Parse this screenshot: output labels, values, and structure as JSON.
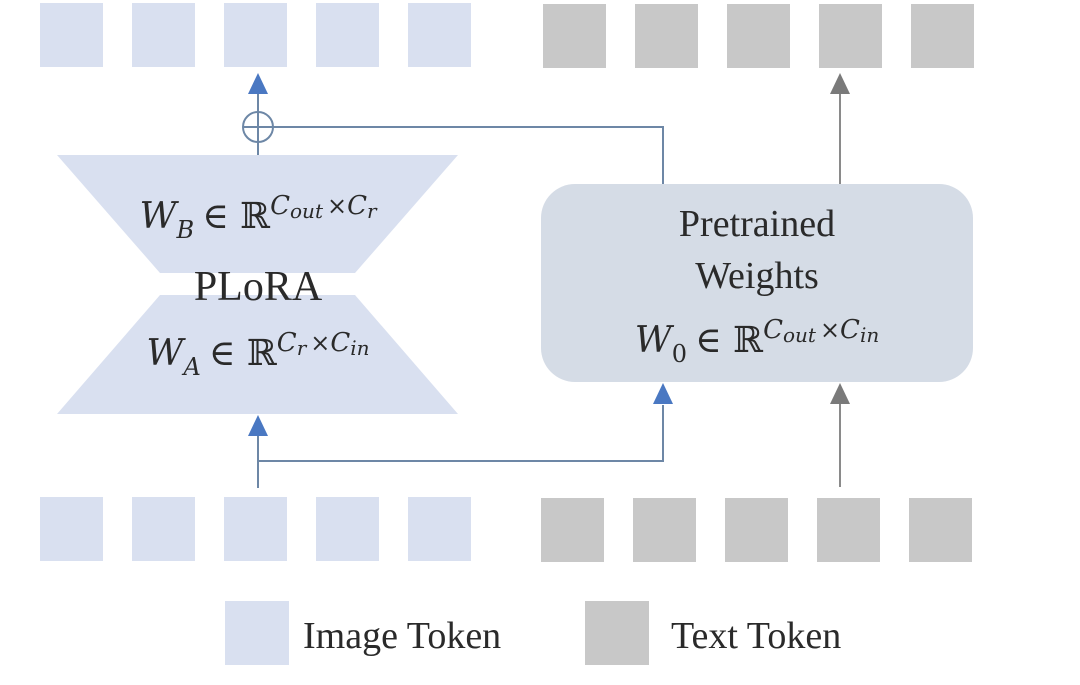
{
  "diagram": {
    "colors": {
      "image_token": "#d9e0f0",
      "text_token": "#c8c8c8",
      "plora_fill": "#d9e0f0",
      "pretrained_fill": "#d5dce6",
      "blue_line": "#6d87a6",
      "blue_arrow": "#4a78c2",
      "gray_arrow": "#7a7a7a",
      "text": "#2a2a2a"
    },
    "top_image_tokens": 5,
    "top_text_tokens": 5,
    "bottom_image_tokens": 5,
    "bottom_text_tokens": 5,
    "plora": {
      "label": "PLoRA",
      "wb": {
        "base": "W",
        "sub": "B",
        "in": "∈ ℝ",
        "sup1": "C",
        "sup1sub": "out",
        "times": "×",
        "sup2": "C",
        "sup2sub": "r"
      },
      "wa": {
        "base": "W",
        "sub": "A",
        "in": "∈ ℝ",
        "sup1": "C",
        "sup1sub": "r",
        "times": "×",
        "sup2": "C",
        "sup2sub": "in"
      }
    },
    "pretrained": {
      "line1": "Pretrained",
      "line2": "Weights",
      "w0": {
        "base": "W",
        "sub": "0",
        "in": "∈ ℝ",
        "sup1": "C",
        "sup1sub": "out",
        "times": "×",
        "sup2": "C",
        "sup2sub": "in"
      }
    },
    "add_symbol": "⊕",
    "legend": [
      {
        "label": "Image Token",
        "kind": "image"
      },
      {
        "label": "Text Token",
        "kind": "text"
      }
    ]
  }
}
